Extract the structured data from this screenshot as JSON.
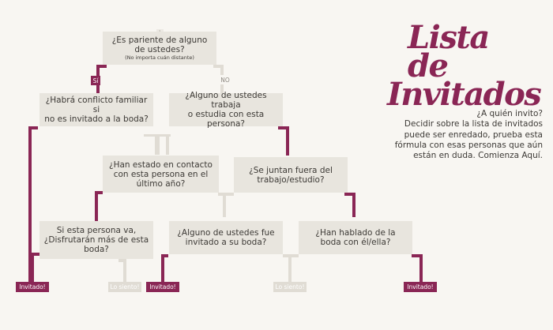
{
  "title": {
    "line1": "Lista de",
    "line2": "Invitados"
  },
  "intro": [
    "¿A quién invito?",
    "Decidir sobre la lista de invitados",
    "puede ser enredado, prueba esta",
    "fórmula con esas personas que aún",
    "están en duda.  Comienza Aquí."
  ],
  "start_marker": "1",
  "q1": {
    "lines": [
      "¿Es pariente de alguno",
      "de ustedes?"
    ],
    "sub": "(No importa cuán distante)"
  },
  "tag_yes": "Sí",
  "tag_no": "NO",
  "q2": {
    "lines": [
      "¿Habrá conflicto familiar si",
      "no es invitado a la boda?"
    ]
  },
  "q3": {
    "lines": [
      "¿Alguno de ustedes trabaja",
      "o estudia con esta persona?"
    ]
  },
  "q4": {
    "lines": [
      "¿Han estado en contacto",
      "con esta persona en el",
      "último año?"
    ]
  },
  "q5": {
    "lines": [
      "¿Se juntan fuera del",
      "trabajo/estudio?"
    ]
  },
  "q6": {
    "lines": [
      "Si esta persona va,",
      "¿Disfrutarán más de esta",
      "boda?"
    ]
  },
  "q7": {
    "lines": [
      "¿Alguno de ustedes fue",
      "invitado a su boda?"
    ]
  },
  "q8": {
    "lines": [
      "¿Han hablado de la",
      "boda con él/ella?"
    ]
  },
  "results": {
    "invited": "Invitado!",
    "sorry": "Lo siento!"
  },
  "colors": {
    "yes": "#8a2655",
    "no": "#e0dcd4",
    "box": "#e8e5de",
    "background": "#f8f6f2"
  }
}
